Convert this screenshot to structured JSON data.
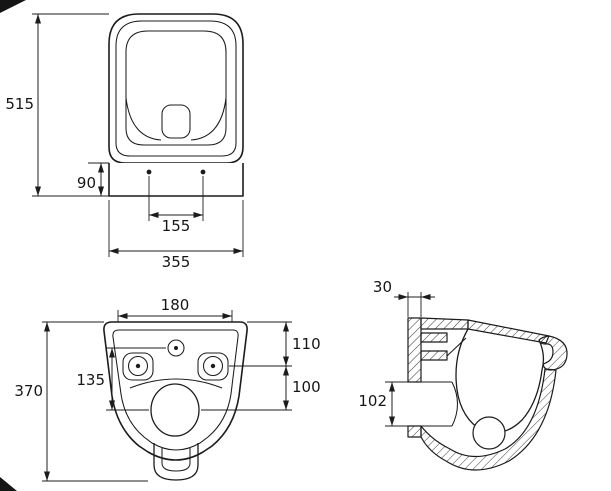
{
  "dimensions": {
    "front": {
      "d515": "515",
      "d90": "90",
      "d155": "155",
      "d355": "355"
    },
    "bottom": {
      "d180": "180",
      "d370": "370",
      "d135": "135",
      "d110": "110",
      "d100": "100"
    },
    "side": {
      "d30": "30",
      "d102": "102"
    }
  },
  "colors": {
    "line": "#1c1c1c",
    "background": "#ffffff"
  }
}
